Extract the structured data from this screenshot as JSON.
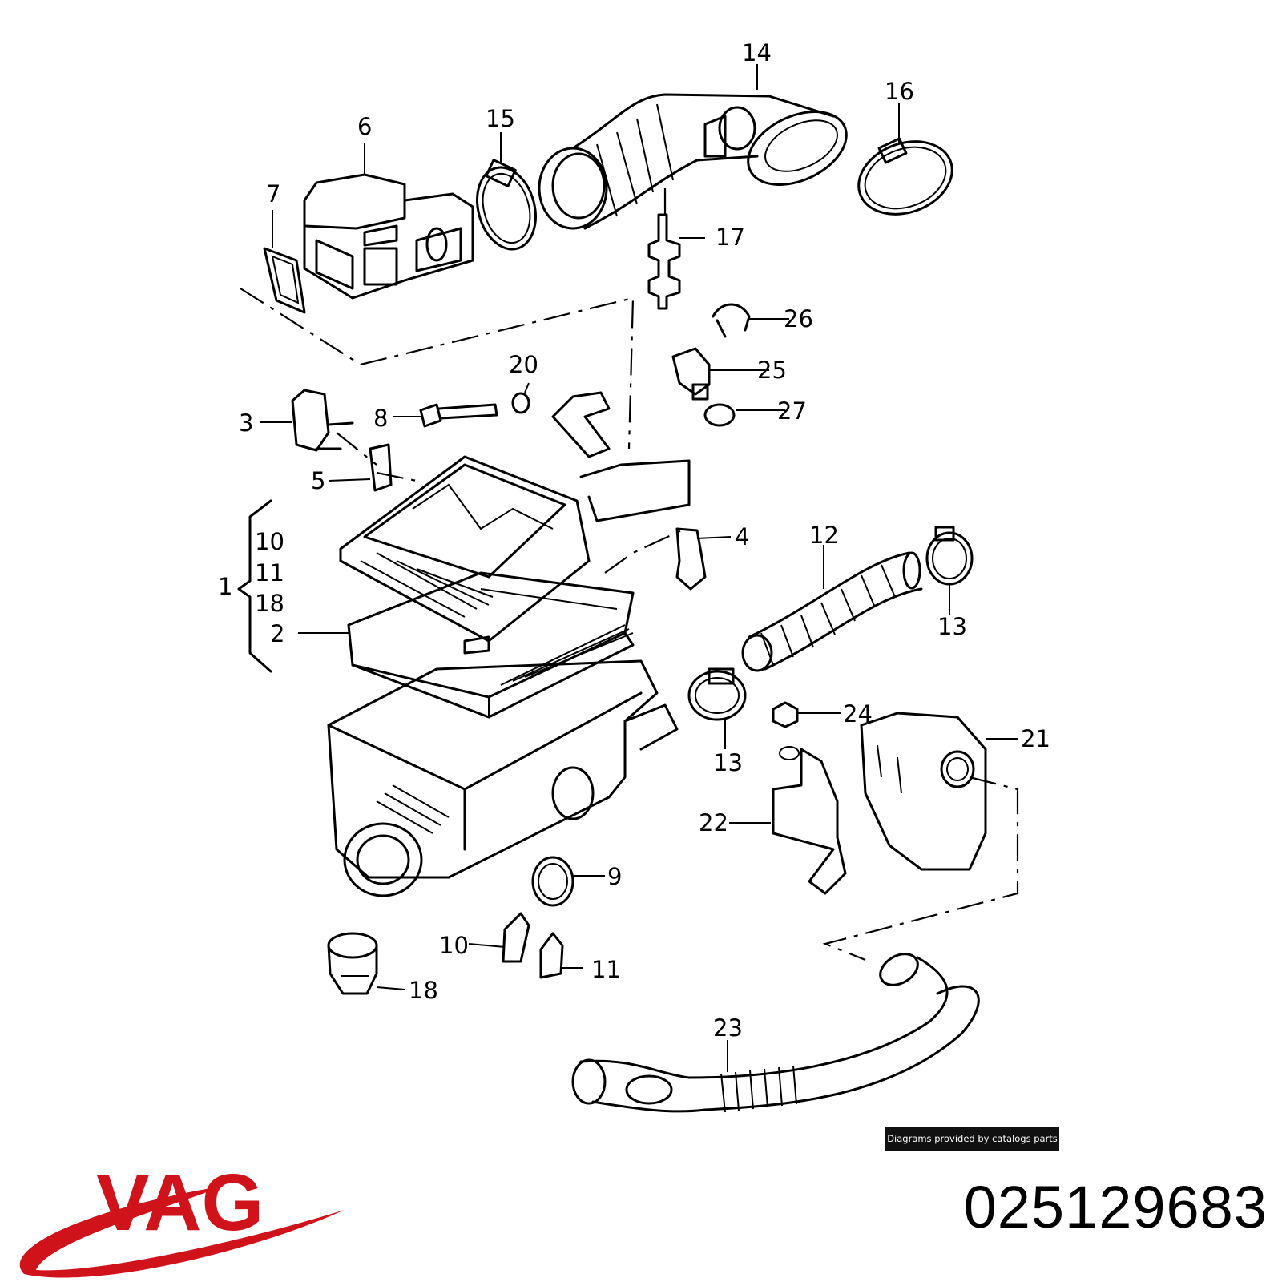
{
  "diagram": {
    "callouts": {
      "c1": "1",
      "c2": "2",
      "c3": "3",
      "c4": "4",
      "c5": "5",
      "c6": "6",
      "c7": "7",
      "c8": "8",
      "c9": "9",
      "c10": "10",
      "c11": "11",
      "c12": "12",
      "c13a": "13",
      "c13b": "13",
      "c14": "14",
      "c15": "15",
      "c16": "16",
      "c17": "17",
      "c18": "18",
      "c20": "20",
      "c21": "21",
      "c22": "22",
      "c23": "23",
      "c24": "24",
      "c25": "25",
      "c26": "26",
      "c27": "27",
      "b10": "10",
      "b11": "11",
      "b18": "18"
    },
    "credit": "Diagrams provided by catalogs parts"
  },
  "brand": {
    "logo_text": "VAG",
    "logo_color": "#d0121b"
  },
  "part_number": "025129683"
}
